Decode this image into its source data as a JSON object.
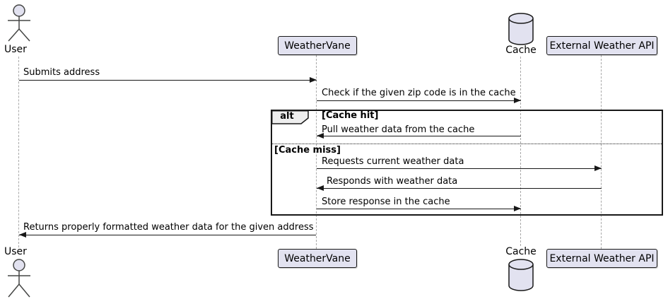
{
  "diagram": {
    "type": "sequence-diagram",
    "participants": [
      {
        "id": "user",
        "kind": "actor",
        "label": "User"
      },
      {
        "id": "weathervane",
        "kind": "box",
        "label": "WeatherVane"
      },
      {
        "id": "cache",
        "kind": "database",
        "label": "Cache"
      },
      {
        "id": "api",
        "kind": "box",
        "label": "External Weather API"
      }
    ],
    "messages": [
      {
        "from": "user",
        "to": "weathervane",
        "label": "Submits address"
      },
      {
        "from": "weathervane",
        "to": "cache",
        "label": "Check if the given zip code is in the cache"
      },
      {
        "from": "cache",
        "to": "weathervane",
        "label": "Pull weather data from the cache"
      },
      {
        "from": "weathervane",
        "to": "api",
        "label": "Requests current weather data"
      },
      {
        "from": "api",
        "to": "weathervane",
        "label": "Responds with weather data"
      },
      {
        "from": "weathervane",
        "to": "cache",
        "label": "Store response in the cache"
      },
      {
        "from": "weathervane",
        "to": "user",
        "label": "Returns properly formatted weather data for the given address"
      }
    ],
    "alt_frame": {
      "operator": "alt",
      "guards": [
        "[Cache hit]",
        "[Cache miss]"
      ]
    },
    "colors": {
      "participant_fill": "#E2E2F0",
      "participant_border": "#181818",
      "operator_tab_fill": "#EEEEEE",
      "frame_border": "#181818",
      "lifeline": "#A8A8A8",
      "arrow": "#181818",
      "background": "#FFFFFF"
    }
  }
}
